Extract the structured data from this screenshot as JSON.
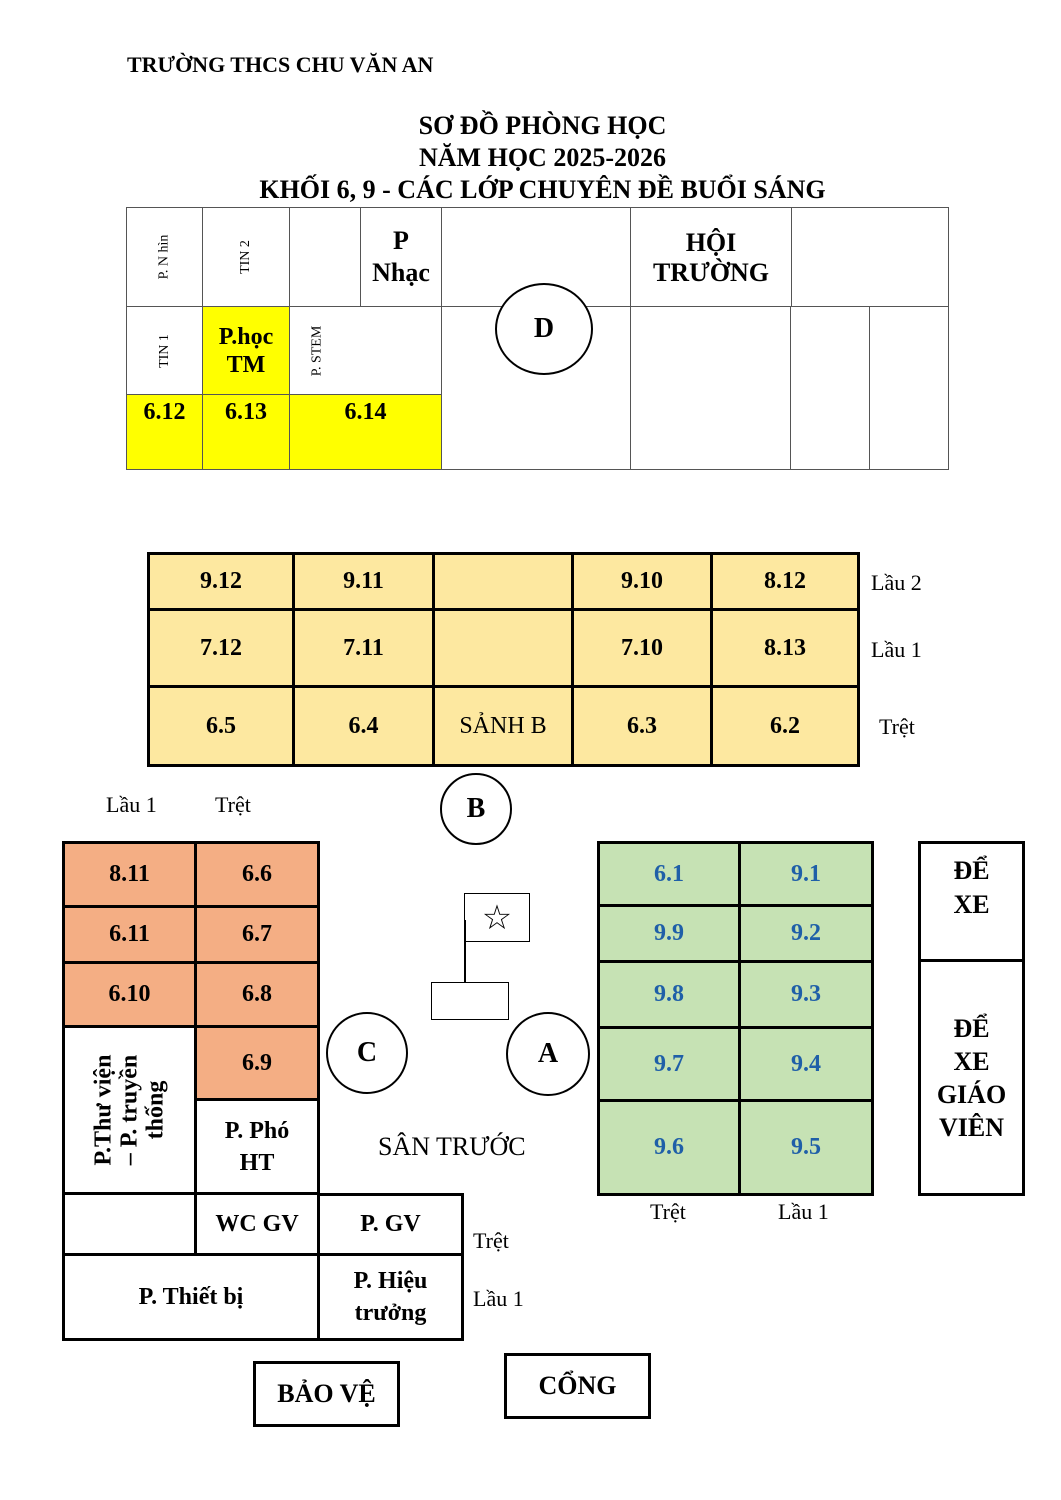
{
  "header": {
    "school": "TRƯỜNG THCS CHU VĂN AN",
    "title_line1": "SƠ ĐỒ PHÒNG HỌC",
    "title_line2": "NĂM HỌC 2025-2026",
    "title_line3": "KHỐI 6, 9 -  CÁC LỚP CHUYÊN ĐỀ BUỔI SÁNG"
  },
  "building_d": {
    "p_nhin": "P.   N hìn",
    "tin2": "TIN 2",
    "p_nhac_1": "P",
    "p_nhac_2": "Nhạc",
    "hoi_truong_1": "HỘI",
    "hoi_truong_2": "TRƯỜNG",
    "tin1": "TIN 1",
    "phoc_tm_1": "P.học",
    "phoc_tm_2": "TM",
    "p_stem": "P. STEM",
    "r612": "6.12",
    "r613": "6.13",
    "r614": "6.14",
    "label": "D"
  },
  "building_b": {
    "lau2": [
      "9.12",
      "9.11",
      "",
      "9.10",
      "8.12"
    ],
    "lau1": [
      "7.12",
      "7.11",
      "",
      "7.10",
      "8.13"
    ],
    "tret": [
      "6.5",
      "6.4",
      "SẢNH B",
      "6.3",
      "6.2"
    ],
    "lau2_label": "Lầu 2",
    "lau1_label": "Lầu 1",
    "tret_label": "Trệt",
    "label": "B"
  },
  "building_c": {
    "col_lau1": "Lầu 1",
    "col_tret": "Trệt",
    "rows": [
      [
        "8.11",
        "6.6"
      ],
      [
        "6.11",
        "6.7"
      ],
      [
        "6.10",
        "6.8"
      ]
    ],
    "r69": "6.9",
    "thu_vien_1": "P.Thư viện",
    "thu_vien_2": "– P. truyền",
    "thu_vien_3": "thống",
    "pho_ht_1": "P. Phó",
    "pho_ht_2": "HT",
    "wc_gv": "WC GV",
    "p_gv": "P. GV",
    "thiet_bi": "P. Thiết bị",
    "hieu_truong_1": "P. Hiệu",
    "hieu_truong_2": "trưởng",
    "tret_label": "Trệt",
    "lau1_label": "Lầu 1",
    "label": "C"
  },
  "building_a": {
    "rows": [
      [
        "6.1",
        "9.1"
      ],
      [
        "9.9",
        "9.2"
      ],
      [
        "9.8",
        "9.3"
      ],
      [
        "9.7",
        "9.4"
      ],
      [
        "9.6",
        "9.5"
      ]
    ],
    "col_tret": "Trệt",
    "col_lau1": "Lầu 1",
    "label": "A"
  },
  "yard": {
    "san_truoc": "SÂN TRƯỚC",
    "flag_star": "☆"
  },
  "parking": {
    "de_xe_1": "ĐỂ",
    "de_xe_2": "XE",
    "de_xe_gv_1": "ĐỂ",
    "de_xe_gv_2": "XE",
    "de_xe_gv_3": "GIÁO",
    "de_xe_gv_4": "VIÊN"
  },
  "bao_ve": "BẢO VỆ",
  "cong": "CỔNG",
  "colors": {
    "yellow": "#ffff00",
    "gold": "#fde8a0",
    "salmon": "#f4ae84",
    "green": "#c6e2b4",
    "blue_text": "#1f5fa8"
  }
}
